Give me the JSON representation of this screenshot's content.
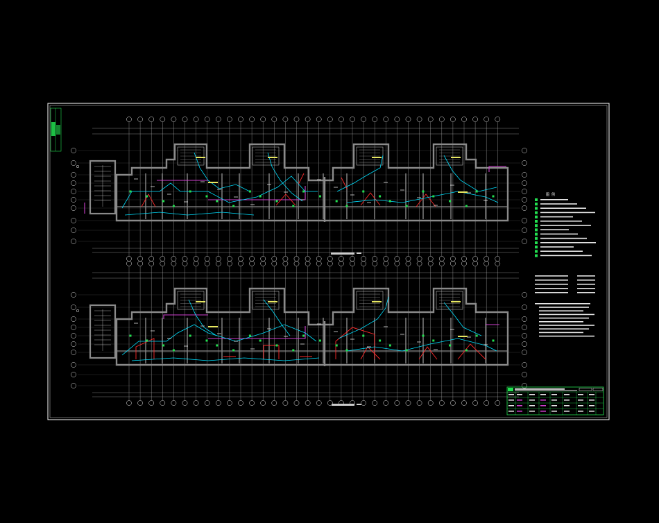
{
  "drawing": {
    "legend": {
      "title": "图 例"
    },
    "plans": [
      {
        "id": "upper"
      },
      {
        "id": "lower"
      }
    ],
    "colors": {
      "background": "#000000",
      "frame": "#ffffff",
      "wall": "#8a8a8a",
      "cyan_circuit": "#00e0ff",
      "magenta_circuit": "#d040d0",
      "red_circuit": "#ff2a2a",
      "green_accent": "#22e050",
      "yellow_text": "#e8e860"
    },
    "icons": [
      "grid-bubble-icon",
      "north-marker-icon",
      "light-fixture-icon"
    ]
  }
}
